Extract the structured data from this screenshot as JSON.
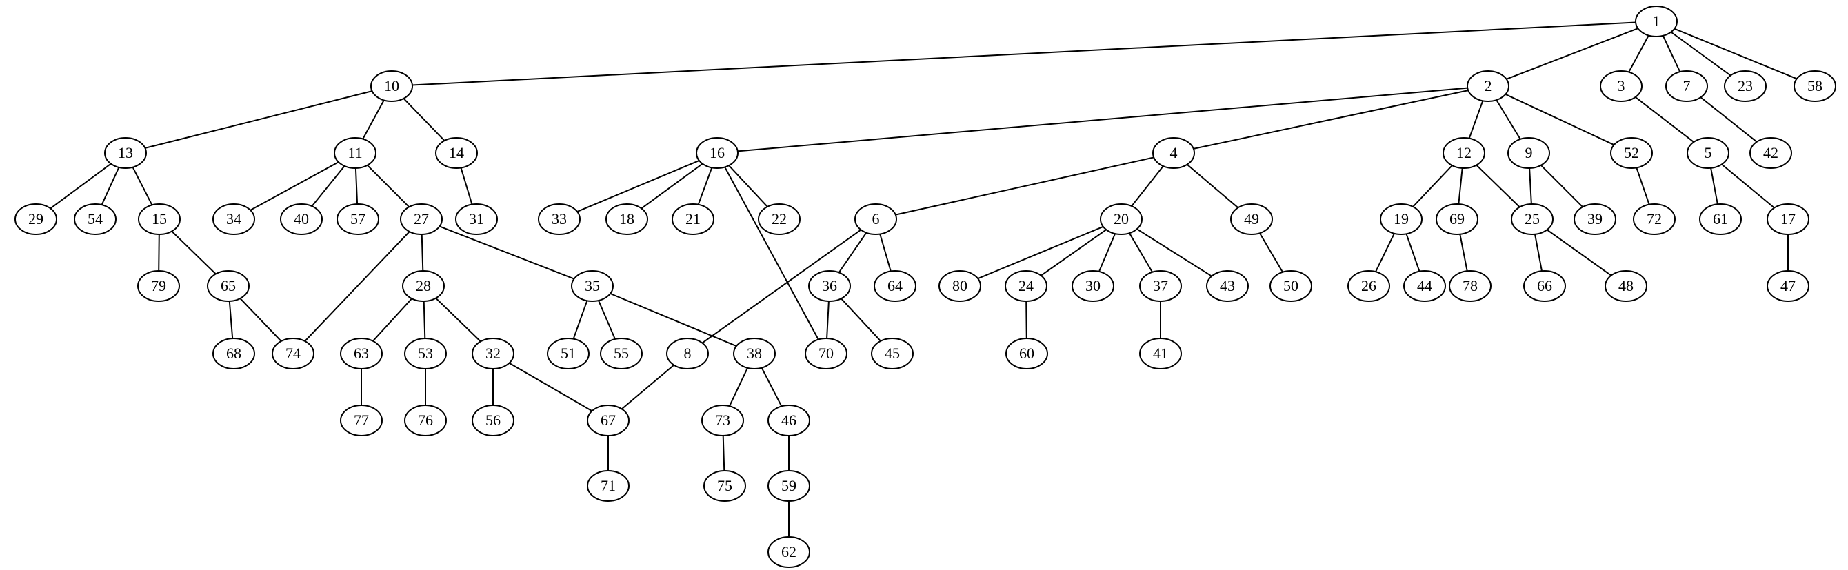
{
  "graph": {
    "type": "tree",
    "nodes": [
      "1",
      "10",
      "2",
      "3",
      "7",
      "23",
      "58",
      "13",
      "11",
      "14",
      "16",
      "4",
      "12",
      "9",
      "52",
      "5",
      "42",
      "29",
      "54",
      "15",
      "34",
      "40",
      "57",
      "27",
      "31",
      "33",
      "18",
      "21",
      "22",
      "6",
      "20",
      "49",
      "19",
      "69",
      "25",
      "39",
      "72",
      "61",
      "17",
      "79",
      "65",
      "28",
      "35",
      "70",
      "36",
      "64",
      "80",
      "24",
      "30",
      "37",
      "43",
      "50",
      "26",
      "44",
      "78",
      "66",
      "48",
      "47",
      "68",
      "74",
      "63",
      "53",
      "32",
      "51",
      "55",
      "38",
      "8",
      "45",
      "60",
      "41",
      "77",
      "76",
      "56",
      "67",
      "73",
      "46",
      "71",
      "75",
      "59",
      "62"
    ],
    "edges": [
      [
        "1",
        "10"
      ],
      [
        "1",
        "2"
      ],
      [
        "1",
        "3"
      ],
      [
        "1",
        "7"
      ],
      [
        "1",
        "23"
      ],
      [
        "1",
        "58"
      ],
      [
        "10",
        "13"
      ],
      [
        "10",
        "11"
      ],
      [
        "10",
        "14"
      ],
      [
        "2",
        "16"
      ],
      [
        "2",
        "4"
      ],
      [
        "2",
        "12"
      ],
      [
        "2",
        "9"
      ],
      [
        "2",
        "52"
      ],
      [
        "3",
        "5"
      ],
      [
        "7",
        "42"
      ],
      [
        "13",
        "29"
      ],
      [
        "13",
        "54"
      ],
      [
        "13",
        "15"
      ],
      [
        "11",
        "34"
      ],
      [
        "11",
        "40"
      ],
      [
        "11",
        "57"
      ],
      [
        "11",
        "27"
      ],
      [
        "14",
        "31"
      ],
      [
        "16",
        "33"
      ],
      [
        "16",
        "18"
      ],
      [
        "16",
        "21"
      ],
      [
        "16",
        "22"
      ],
      [
        "16",
        "70"
      ],
      [
        "4",
        "6"
      ],
      [
        "4",
        "20"
      ],
      [
        "4",
        "49"
      ],
      [
        "12",
        "19"
      ],
      [
        "12",
        "69"
      ],
      [
        "12",
        "25"
      ],
      [
        "9",
        "25"
      ],
      [
        "9",
        "39"
      ],
      [
        "52",
        "72"
      ],
      [
        "5",
        "61"
      ],
      [
        "5",
        "17"
      ],
      [
        "15",
        "79"
      ],
      [
        "15",
        "65"
      ],
      [
        "27",
        "74"
      ],
      [
        "27",
        "28"
      ],
      [
        "27",
        "35"
      ],
      [
        "6",
        "8"
      ],
      [
        "6",
        "36"
      ],
      [
        "6",
        "64"
      ],
      [
        "20",
        "80"
      ],
      [
        "20",
        "24"
      ],
      [
        "20",
        "30"
      ],
      [
        "20",
        "37"
      ],
      [
        "20",
        "43"
      ],
      [
        "49",
        "50"
      ],
      [
        "19",
        "26"
      ],
      [
        "19",
        "44"
      ],
      [
        "69",
        "78"
      ],
      [
        "25",
        "66"
      ],
      [
        "25",
        "48"
      ],
      [
        "17",
        "47"
      ],
      [
        "65",
        "68"
      ],
      [
        "65",
        "74"
      ],
      [
        "28",
        "63"
      ],
      [
        "28",
        "53"
      ],
      [
        "28",
        "32"
      ],
      [
        "35",
        "51"
      ],
      [
        "35",
        "55"
      ],
      [
        "35",
        "38"
      ],
      [
        "36",
        "70"
      ],
      [
        "36",
        "45"
      ],
      [
        "24",
        "60"
      ],
      [
        "37",
        "41"
      ],
      [
        "63",
        "77"
      ],
      [
        "53",
        "76"
      ],
      [
        "32",
        "56"
      ],
      [
        "32",
        "67"
      ],
      [
        "8",
        "67"
      ],
      [
        "38",
        "73"
      ],
      [
        "38",
        "46"
      ],
      [
        "67",
        "71"
      ],
      [
        "73",
        "75"
      ],
      [
        "46",
        "59"
      ],
      [
        "59",
        "62"
      ]
    ]
  }
}
